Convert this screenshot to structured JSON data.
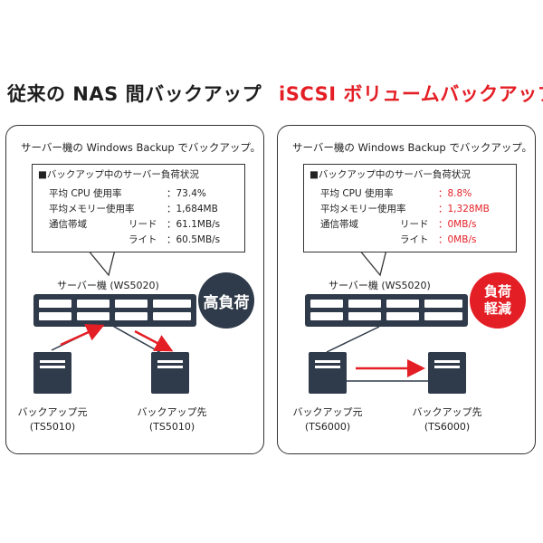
{
  "left": {
    "title": "従来の NAS 間バックアップ",
    "caption": "サーバー機の Windows Backup でバックアップ。",
    "status": {
      "header": "■バックアップ中のサーバー負荷状況",
      "cpu_label": "平均 CPU 使用率",
      "cpu_value": "：73.4%",
      "mem_label": "平均メモリー使用率",
      "mem_value": "：1,684MB",
      "bw_label": "通信帯域",
      "read_label": "リード",
      "read_value": "：61.1MB/s",
      "write_label": "ライト",
      "write_value": "：60.5MB/s"
    },
    "server_label": "サーバー機 (WS5020)",
    "badge": "高負荷",
    "source_label": "バックアップ元",
    "source_model": "(TS5010)",
    "dest_label": "バックアップ先",
    "dest_model": "(TS5010)"
  },
  "right": {
    "title": "iSCSI ボリュームバックアップ",
    "caption": "サーバー機の Windows Backup でバックアップ。",
    "status": {
      "header": "■バックアップ中のサーバー負荷状況",
      "cpu_label": "平均 CPU 使用率",
      "cpu_value": "：8.8%",
      "mem_label": "平均メモリー使用率",
      "mem_value": "：1,328MB",
      "bw_label": "通信帯域",
      "read_label": "リード",
      "read_value": "：0MB/s",
      "write_label": "ライト",
      "write_value": "：0MB/s"
    },
    "server_label": "サーバー機 (WS5020)",
    "badge_line1": "負荷",
    "badge_line2": "軽減",
    "source_label": "バックアップ元",
    "source_model": "(TS6000)",
    "dest_label": "バックアップ先",
    "dest_model": "(TS6000)"
  },
  "colors": {
    "accent_red": "#e41e25",
    "device_navy": "#2f3a4a"
  }
}
